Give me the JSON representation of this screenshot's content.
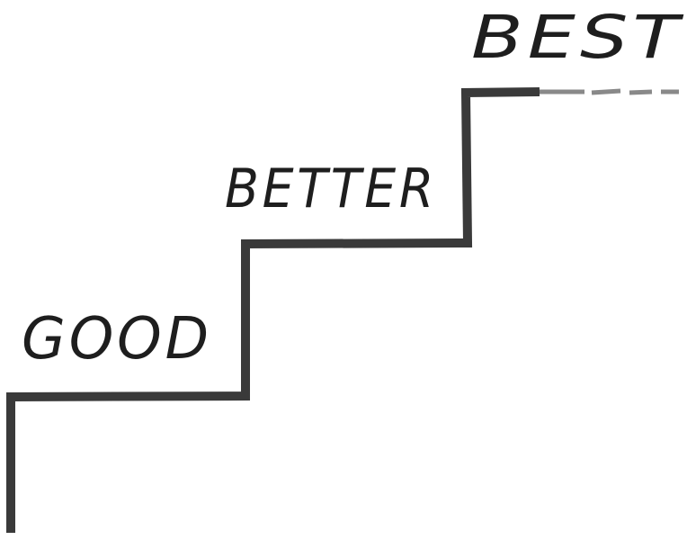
{
  "labels": {
    "step1": "GOOD",
    "step2": "BETTER",
    "step3": "BEST"
  },
  "colors": {
    "stroke": "#3a3a3a",
    "text": "#1e1e1e",
    "background": "#ffffff"
  }
}
